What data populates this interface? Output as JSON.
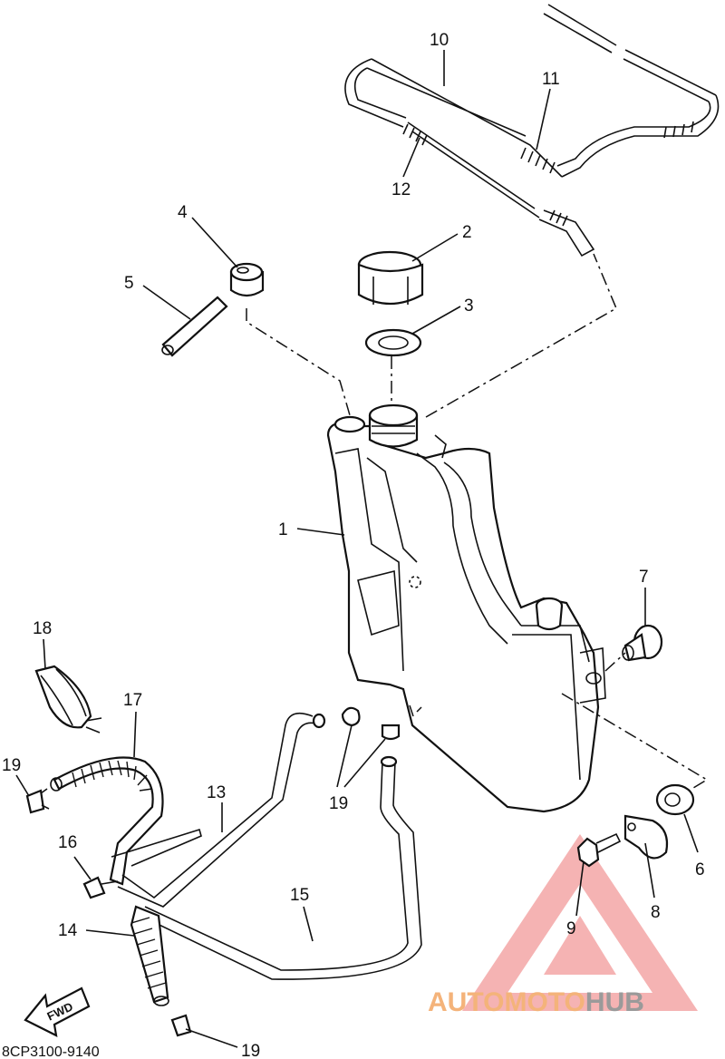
{
  "diagram": {
    "code": "8CP3100-9140",
    "fwd_label": "FWD",
    "callouts": [
      "1",
      "2",
      "3",
      "4",
      "5",
      "6",
      "7",
      "8",
      "9",
      "10",
      "11",
      "12",
      "13",
      "14",
      "15",
      "16",
      "17",
      "18",
      "19"
    ]
  },
  "watermark": {
    "part1": "AUTOMOTO",
    "part2": "HUB",
    "color1": "#f4b37a",
    "color2": "#9a9a9a",
    "triangle_color": "#f08080"
  }
}
